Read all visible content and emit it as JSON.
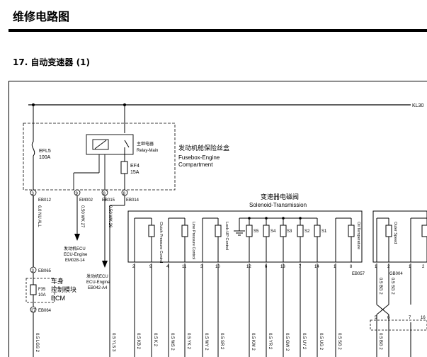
{
  "header": {
    "title": "维修电路图"
  },
  "section": {
    "title": "17. 自动变速器 (1)"
  },
  "diagram": {
    "power_line": "KL30",
    "fusebox": {
      "name_cn": "发动机舱保险丝盒",
      "name_en1": "Fusebox-Engine",
      "name_en2": "Compartment",
      "relay_cn": "主继电器",
      "relay_en": "Relay-Main",
      "efl5": "EFL5",
      "efl5_rating": "100A",
      "ef4": "EF4",
      "ef4_rating": "15A",
      "pins": [
        "3",
        "9",
        "8",
        "8"
      ],
      "connectors": [
        "EB012",
        "EM002",
        "EB015",
        "EB014"
      ]
    },
    "wires_top": [
      "6.0 NU ALL",
      "0.50 WK 27",
      "0.50 WK 26"
    ],
    "ecu1": {
      "cn": "发动机ECU",
      "en": "ECU-Engine",
      "code": "EM028-14"
    },
    "ecu2": {
      "cn": "发动机ECU",
      "en": "ECU-Engine",
      "code": "EB042-A4"
    },
    "bcm": {
      "pin_top": "3",
      "conn_top": "EB065",
      "fuse": "F35",
      "rating": "10A",
      "cn1": "车身",
      "cn2": "控制模块",
      "en": "BCM",
      "pin_bottom": "27",
      "conn_bottom": "EB064"
    },
    "solenoid": {
      "title_cn": "变速器电磁阀",
      "title_en": "Solenoid-Transmission",
      "components": [
        "Clutch Pressure Control",
        "Line Pressure Control",
        "Lock-UP Control",
        "S5",
        "S4",
        "S3",
        "S2",
        "S1",
        "Oil Temperature",
        "Outer Speed"
      ],
      "pins": [
        "2",
        "9",
        "4",
        "11",
        "3",
        "10",
        "12",
        "6",
        "13",
        "7",
        "14",
        "1",
        "8",
        "1",
        "2",
        "1",
        "2"
      ],
      "connectors": [
        "EB057",
        "GB004"
      ]
    },
    "wires_bottom": [
      "0.5 LGS 2",
      "0.5 YLS 3",
      "0.5 KB 2",
      "0.5 K 2",
      "0.5 WS 2",
      "0.5 YK 2",
      "0.5 WY 2",
      "0.5 SR 2",
      "0.5 KW 2",
      "0.5 YR 2",
      "0.5 GW 2",
      "0.5 UY 2",
      "0.5 UG 2",
      "0.5 SG 2",
      "0.5 BG 2"
    ],
    "pin_numbers_lower": [
      "5",
      "6",
      "7",
      "16"
    ]
  }
}
